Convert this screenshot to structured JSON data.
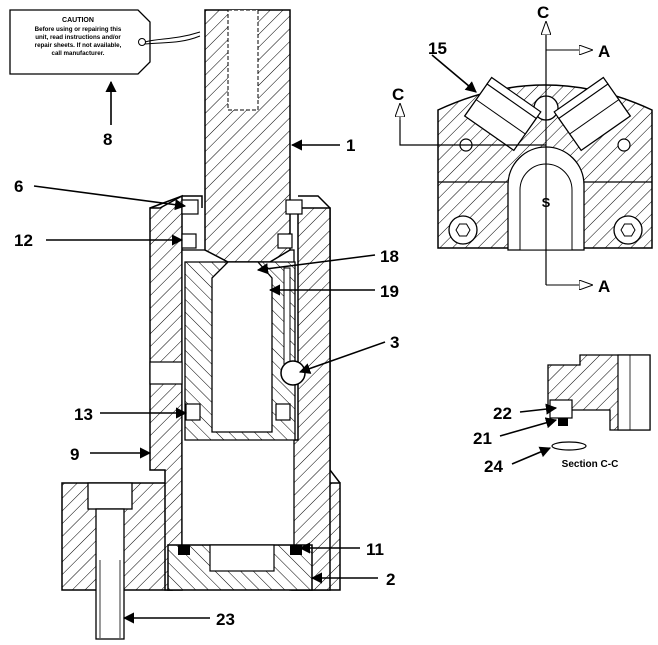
{
  "caution_tag": {
    "title": "CAUTION",
    "lines": [
      "Before using or repairing this",
      "unit, read instructions and/or",
      "repair sheets.  If not available,",
      "call manufacturer."
    ]
  },
  "callouts": {
    "c1": "1",
    "c2": "2",
    "c3": "3",
    "c6": "6",
    "c8": "8",
    "c9": "9",
    "c11": "11",
    "c12": "12",
    "c13": "13",
    "c15": "15",
    "c18": "18",
    "c19": "19",
    "c21": "21",
    "c22": "22",
    "c23": "23",
    "c24": "24"
  },
  "view_labels": {
    "section_a_top": "A",
    "section_a_bottom": "A",
    "section_c_top": "C",
    "section_c_left": "C",
    "center_mark": "S"
  },
  "section_title": "Section C-C"
}
